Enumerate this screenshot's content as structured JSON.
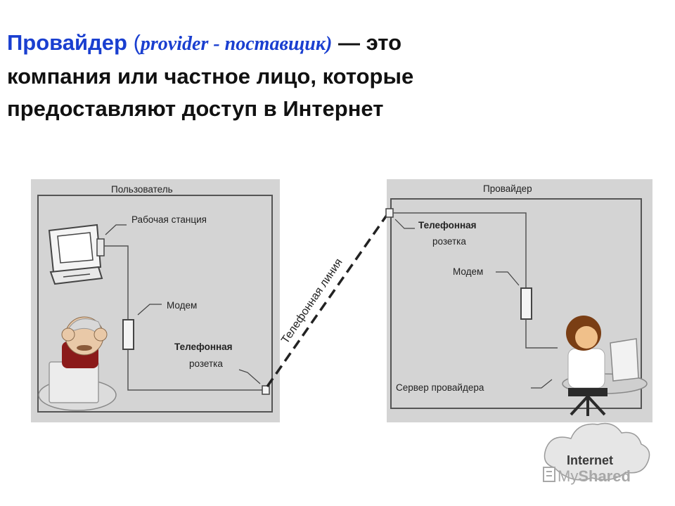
{
  "heading": {
    "term": "Провайдер",
    "paren_open": " (",
    "italic_text": "provider - поставщик)",
    "rest_line1": " — это",
    "line2": "компания или частное лицо, которые",
    "line3": "предоставляют доступ в Интернет"
  },
  "diagram": {
    "user_panel_title": "Пользователь",
    "provider_panel_title": "Провайдер",
    "user_workstation": "Рабочая станция",
    "user_modem": "Модем",
    "user_socket_bold": "Телефонная",
    "user_socket_sub": "розетка",
    "phone_line": "Телефонная линия",
    "provider_socket_bold": "Телефонная",
    "provider_socket_sub": "розетка",
    "provider_modem": "Модем",
    "provider_server": "Сервер провайдера",
    "cloud_label": "Internet",
    "watermark_prefix": "My",
    "watermark_suffix": "Shared"
  },
  "colors": {
    "accent_blue": "#1a3fd0",
    "panel_fill": "#d4d4d4",
    "line": "#444444"
  }
}
